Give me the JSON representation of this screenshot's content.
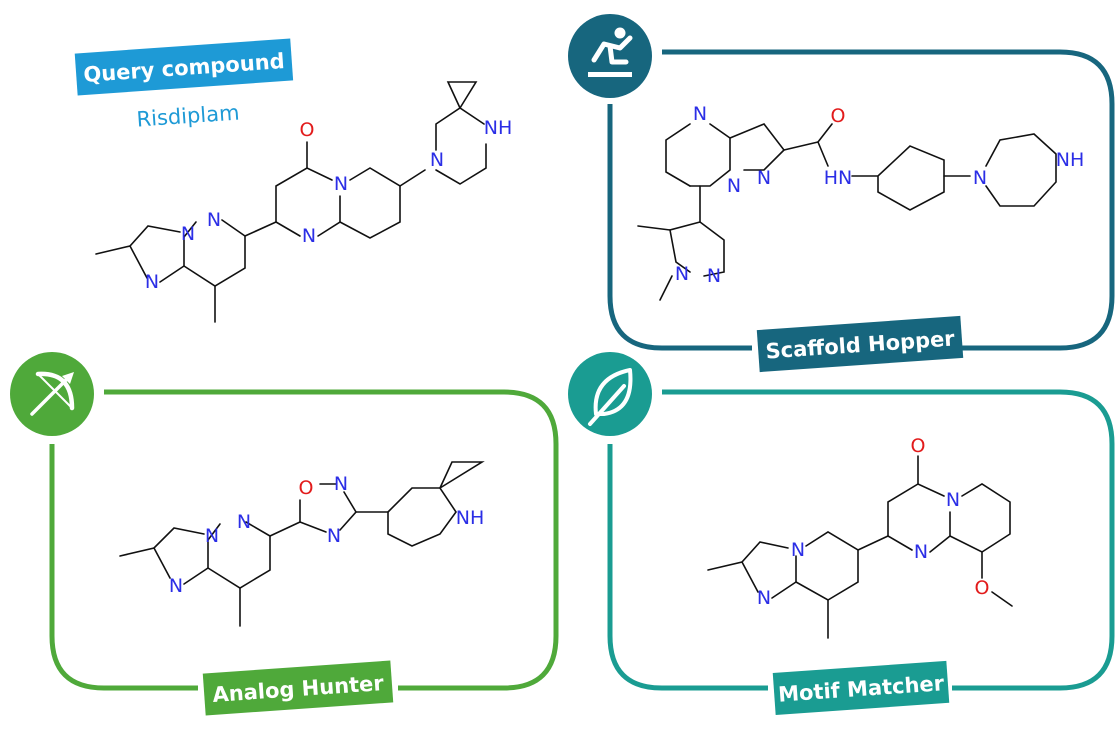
{
  "colors": {
    "query_accent": "#1e9ad6",
    "scaffold_hopper": "#17667e",
    "analog_hunter": "#4fa93a",
    "motif_matcher": "#1a9c92",
    "nitrogen": "#2b2ee6",
    "oxygen": "#e21b1b",
    "bond": "#111111"
  },
  "query": {
    "title": "Query compound",
    "name": "Risdiplam"
  },
  "panels": {
    "scaffold_hopper": {
      "label": "Scaffold Hopper",
      "icon": "person-jumping-icon"
    },
    "analog_hunter": {
      "label": "Analog Hunter",
      "icon": "bow-arrow-icon"
    },
    "motif_matcher": {
      "label": "Motif Matcher",
      "icon": "leaf-icon"
    }
  },
  "atoms": {
    "n": "N",
    "o": "O",
    "nh": "NH",
    "hn": "HN"
  }
}
